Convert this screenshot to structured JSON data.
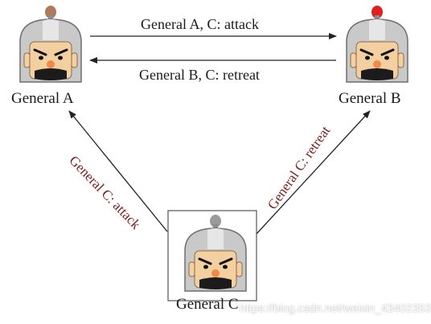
{
  "nodes": {
    "general_a": {
      "name": "General A",
      "plume_color": "#b07a5a"
    },
    "general_b": {
      "name": "General B",
      "plume_color": "#e02020"
    },
    "general_c": {
      "name": "General C",
      "plume_color": "#9a9a9a"
    }
  },
  "messages": {
    "a_to_b": "General A, C: attack",
    "b_to_a": "General B, C: retreat",
    "c_to_a": "General C: attack",
    "c_to_b": "General C: retreat"
  },
  "watermark": "https://blog.csdn.net/weixin_43402353",
  "colors": {
    "line": "#222222",
    "accent_text": "#7a1d1d",
    "skin": "#f4cfa0",
    "helmet": "#c9c9c9",
    "helmet_dark": "#8c8c8c"
  }
}
